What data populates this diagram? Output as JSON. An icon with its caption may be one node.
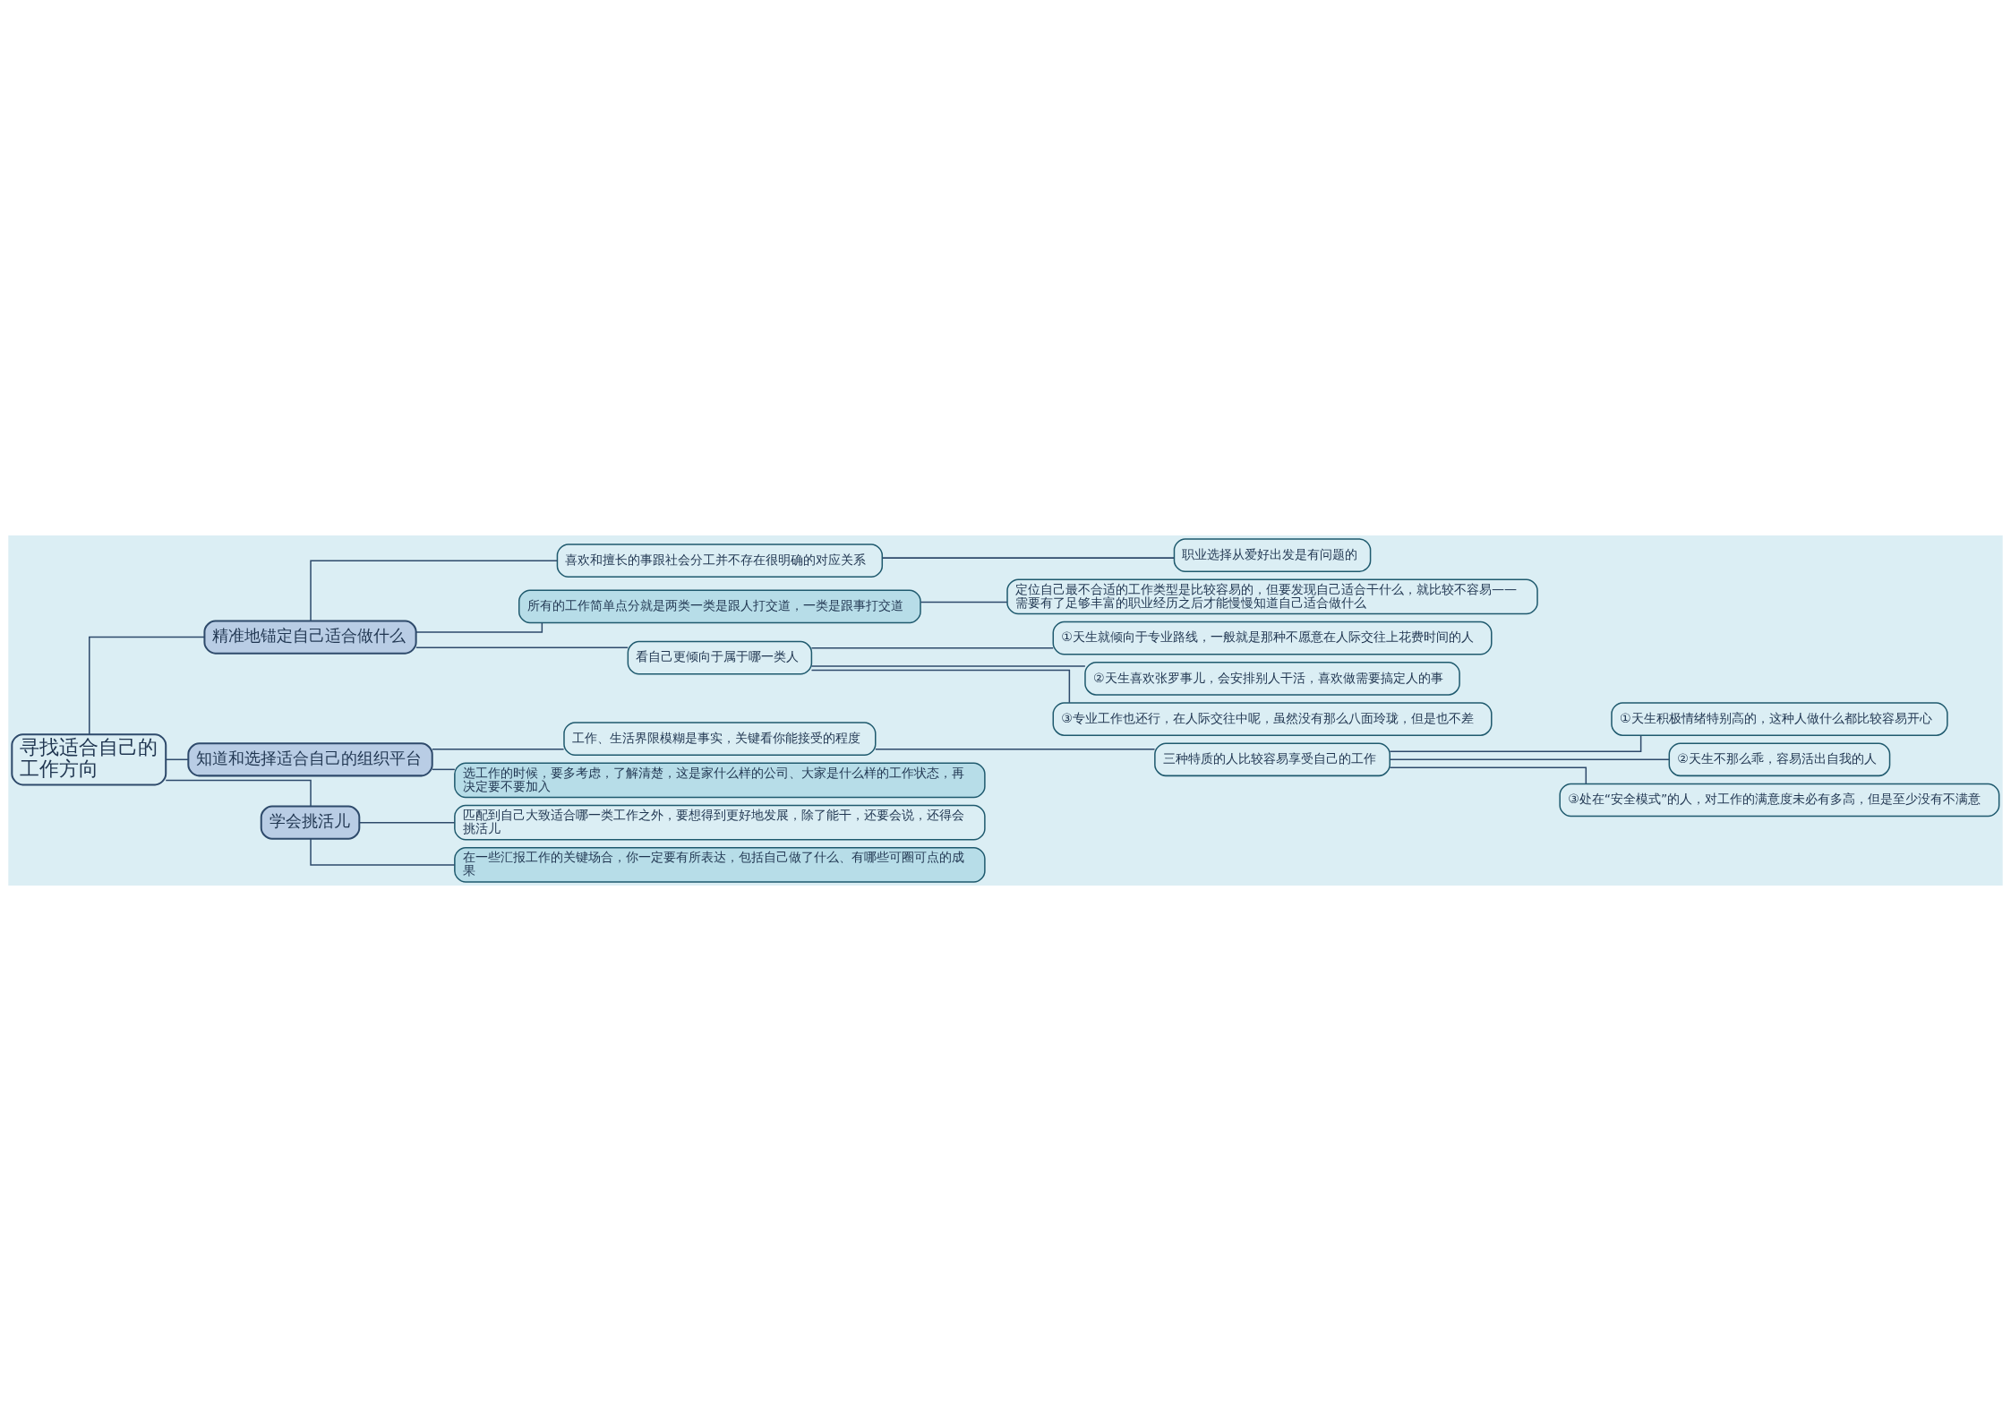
{
  "diagram": {
    "nodes": [
      {
        "text": [
          "寻找适合自己的工作方向"
        ]
      },
      {
        "text": [
          "精准地锚定自己适合做什么"
        ]
      },
      {
        "text": [
          "喜欢和擅长的事跟社会分工并不存在很明确的对应关系"
        ]
      },
      {
        "text": [
          "职业选择从爱好出发是有问题的"
        ]
      },
      {
        "text": [
          "所有的工作简单点分就是两类一类是跟人打交道，一类是跟事打交道"
        ]
      },
      {
        "text": [
          "定位自己最不合适的工作类型是比较容易的，但要发现自己适合干什么，就比较不容易——需要有了足够丰富的职业经历之后才能慢慢知道自己适合做什么"
        ]
      },
      {
        "text": [
          "看自己更倾向于属于哪一类人"
        ]
      },
      {
        "text": [
          "①天生就倾向于专业路线，一般就是那种不愿意在人际交往上花费时间的人"
        ]
      },
      {
        "text": [
          "②天生喜欢张罗事儿，会安排别人干活，喜欢做需要搞定人的事"
        ]
      },
      {
        "text": [
          "③专业工作也还行，在人际交往中呢，虽然没有那么八面玲珑，但是也不差"
        ]
      },
      {
        "text": [
          "知道和选择适合自己的组织平台"
        ]
      },
      {
        "text": [
          "工作、生活界限模糊是事实，关键看你能接受的程度"
        ]
      },
      {
        "text": [
          "三种特质的人比较容易享受自己的工作"
        ]
      },
      {
        "text": [
          "①天生积极情绪特别高的，这种人做什么都比较容易开心"
        ]
      },
      {
        "text": [
          "②天生不那么乖，容易活出自我的人"
        ]
      },
      {
        "text": [
          "③处在“安全模式”的人，对工作的满意度未必有多高，但是至少没有不满意"
        ]
      },
      {
        "text": [
          "选工作的时候，要多考虑，了解清楚，这是家什么样的公司、大家是什么样的工作状态，再决定要不要加入"
        ]
      },
      {
        "text": [
          "学会挑活儿"
        ]
      },
      {
        "text": [
          "匹配到自己大致适合哪一类工作之外，要想得到更好地发展，除了能干，还要会说，还得会挑活儿"
        ]
      },
      {
        "text": [
          "在一些汇报工作的关键场合，你一定要有所表达，包括自己做了什么、有哪些可圈可点的成果"
        ]
      }
    ],
    "edges": [
      {
        "from": 0,
        "to": 1,
        "arrow": "none"
      },
      {
        "from": 1,
        "to": 2,
        "arrow": "none"
      },
      {
        "from": 2,
        "to": 3,
        "arrow": "none"
      },
      {
        "from": 1,
        "to": 4,
        "arrow": "none"
      },
      {
        "from": 4,
        "to": 5,
        "arrow": "none"
      },
      {
        "from": 1,
        "to": 6,
        "arrow": "none"
      },
      {
        "from": 6,
        "to": 7,
        "arrow": "none"
      },
      {
        "from": 6,
        "to": 8,
        "arrow": "none"
      },
      {
        "from": 6,
        "to": 9,
        "arrow": "none"
      },
      {
        "from": 0,
        "to": 10,
        "arrow": "none"
      },
      {
        "from": 10,
        "to": 11,
        "arrow": "none"
      },
      {
        "from": 11,
        "to": 12,
        "arrow": "none"
      },
      {
        "from": 12,
        "to": 13,
        "arrow": "none"
      },
      {
        "from": 12,
        "to": 14,
        "arrow": "none"
      },
      {
        "from": 12,
        "to": 15,
        "arrow": "none"
      },
      {
        "from": 10,
        "to": 16,
        "arrow": "none"
      },
      {
        "from": 0,
        "to": 17,
        "arrow": "none"
      },
      {
        "from": 17,
        "to": 18,
        "arrow": "none"
      },
      {
        "from": 17,
        "to": 19,
        "arrow": "none"
      }
    ]
  }
}
